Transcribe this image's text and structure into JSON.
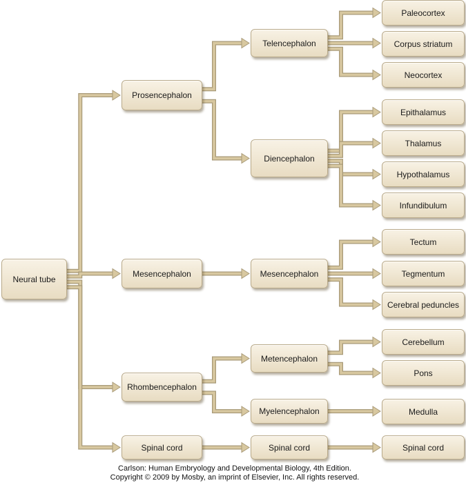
{
  "colors": {
    "node_fill_top": "#f8f2e5",
    "node_fill_bottom": "#e8dcc2",
    "connector": "#d8c8a0",
    "connector_edge": "#a89a78"
  },
  "nodes": {
    "neural_tube": "Neural tube",
    "prosencephalon": "Prosencephalon",
    "mesencephalon_primary": "Mesencephalon",
    "rhombencephalon": "Rhombencephalon",
    "spinal_cord_primary": "Spinal cord",
    "telencephalon": "Telencephalon",
    "diencephalon": "Diencephalon",
    "mesencephalon_secondary": "Mesencephalon",
    "metencephalon": "Metencephalon",
    "myelencephalon": "Myelencephalon",
    "spinal_cord_secondary": "Spinal cord",
    "paleocortex": "Paleocortex",
    "corpus_striatum": "Corpus striatum",
    "neocortex": "Neocortex",
    "epithalamus": "Epithalamus",
    "thalamus": "Thalamus",
    "hypothalamus": "Hypothalamus",
    "infundibulum": "Infundibulum",
    "tectum": "Tectum",
    "tegmentum": "Tegmentum",
    "cerebral_peduncles": "Cerebral peduncles",
    "cerebellum": "Cerebellum",
    "pons": "Pons",
    "medulla": "Medulla",
    "spinal_cord_adult": "Spinal cord"
  },
  "edges": [
    [
      "neural_tube",
      "prosencephalon"
    ],
    [
      "neural_tube",
      "mesencephalon_primary"
    ],
    [
      "neural_tube",
      "rhombencephalon"
    ],
    [
      "neural_tube",
      "spinal_cord_primary"
    ],
    [
      "prosencephalon",
      "telencephalon"
    ],
    [
      "prosencephalon",
      "diencephalon"
    ],
    [
      "mesencephalon_primary",
      "mesencephalon_secondary"
    ],
    [
      "rhombencephalon",
      "metencephalon"
    ],
    [
      "rhombencephalon",
      "myelencephalon"
    ],
    [
      "spinal_cord_primary",
      "spinal_cord_secondary"
    ],
    [
      "telencephalon",
      "paleocortex"
    ],
    [
      "telencephalon",
      "corpus_striatum"
    ],
    [
      "telencephalon",
      "neocortex"
    ],
    [
      "diencephalon",
      "epithalamus"
    ],
    [
      "diencephalon",
      "thalamus"
    ],
    [
      "diencephalon",
      "hypothalamus"
    ],
    [
      "diencephalon",
      "infundibulum"
    ],
    [
      "mesencephalon_secondary",
      "tectum"
    ],
    [
      "mesencephalon_secondary",
      "tegmentum"
    ],
    [
      "mesencephalon_secondary",
      "cerebral_peduncles"
    ],
    [
      "metencephalon",
      "cerebellum"
    ],
    [
      "metencephalon",
      "pons"
    ],
    [
      "myelencephalon",
      "medulla"
    ],
    [
      "spinal_cord_secondary",
      "spinal_cord_adult"
    ]
  ],
  "credit": {
    "line1": "Carlson: Human Embryology and Developmental Biology, 4th Edition.",
    "line2": "Copyright © 2009 by Mosby, an imprint of Elsevier, Inc. All rights reserved."
  }
}
